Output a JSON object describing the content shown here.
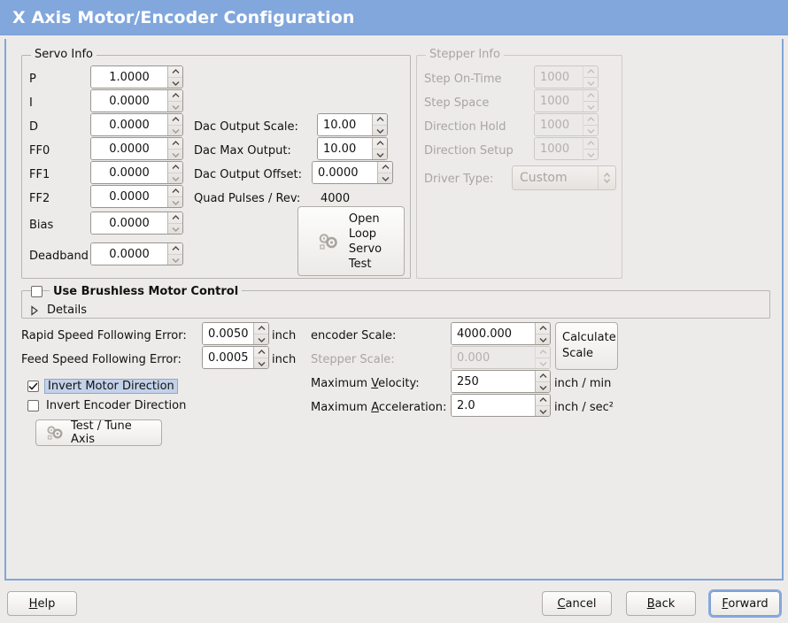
{
  "window": {
    "title": "X Axis Motor/Encoder Configuration",
    "titlebar_color": "#81a7dc",
    "background_color": "#edebe9",
    "focus_ring_color": "#85a9dd"
  },
  "servo_info": {
    "legend": "Servo Info",
    "rows": [
      {
        "label": "P",
        "value": "1.0000"
      },
      {
        "label": "I",
        "value": "0.0000"
      },
      {
        "label": "D",
        "value": "0.0000"
      },
      {
        "label": "FF0",
        "value": "0.0000"
      },
      {
        "label": "FF1",
        "value": "0.0000"
      },
      {
        "label": "FF2",
        "value": "0.0000"
      },
      {
        "label": "Bias",
        "value": "0.0000"
      },
      {
        "label": "Deadband",
        "value": "0.0000"
      }
    ],
    "dac": [
      {
        "label": "Dac Output Scale:",
        "value": "10.00"
      },
      {
        "label": "Dac Max Output:",
        "value": "10.00"
      },
      {
        "label": "Dac Output Offset:",
        "value": "0.0000"
      }
    ],
    "quad_pulses_label": "Quad Pulses / Rev:",
    "quad_pulses_value": "4000",
    "open_loop_button": {
      "line1": "Open",
      "line2": "Loop",
      "line3": "Servo",
      "line4": "Test",
      "icon": "gears-icon"
    }
  },
  "stepper_info": {
    "legend": "Stepper Info",
    "enabled": false,
    "rows": [
      {
        "label": "Step On-Time",
        "value": "1000"
      },
      {
        "label": "Step Space",
        "value": "1000"
      },
      {
        "label": "Direction Hold",
        "value": "1000"
      },
      {
        "label": "Direction Setup",
        "value": "1000"
      }
    ],
    "driver_type_label": "Driver Type:",
    "driver_type_value": "Custom"
  },
  "brushless": {
    "checkbox_label": "Use Brushless Motor Control",
    "checked": false,
    "details_label": "Details",
    "details_expanded": false
  },
  "following_error": {
    "rapid_label": "Rapid Speed Following Error:",
    "rapid_value": "0.0050",
    "rapid_unit": "inch",
    "feed_label": "Feed Speed Following Error:",
    "feed_value": "0.0005",
    "feed_unit": "inch"
  },
  "invert": {
    "motor_label": "Invert Motor Direction",
    "motor_checked": true,
    "motor_focused": true,
    "encoder_label": "Invert Encoder Direction",
    "encoder_checked": false
  },
  "test_tune_button": {
    "label": "Test / Tune Axis",
    "icon": "gears-icon"
  },
  "scale": {
    "encoder_label": "encoder Scale:",
    "encoder_value": "4000.000",
    "stepper_label": "Stepper Scale:",
    "stepper_value": "0.000",
    "stepper_enabled": false,
    "calculate_line1": "Calculate",
    "calculate_line2": "Scale",
    "velocity_label_pre": "Maximum ",
    "velocity_label_mnemonic": "V",
    "velocity_label_post": "elocity:",
    "velocity_value": "250",
    "velocity_unit": "inch / min",
    "accel_label_pre": "Maximum ",
    "accel_label_mnemonic": "A",
    "accel_label_post": "cceleration:",
    "accel_value": "2.0",
    "accel_unit": "inch / sec²"
  },
  "footer": {
    "help_pre": "",
    "help_mnemonic": "H",
    "help_post": "elp",
    "cancel_pre": "",
    "cancel_mnemonic": "C",
    "cancel_post": "ancel",
    "back_pre": "",
    "back_mnemonic": "B",
    "back_post": "ack",
    "forward_pre": "",
    "forward_mnemonic": "F",
    "forward_post": "orward",
    "forward_focused": true
  }
}
